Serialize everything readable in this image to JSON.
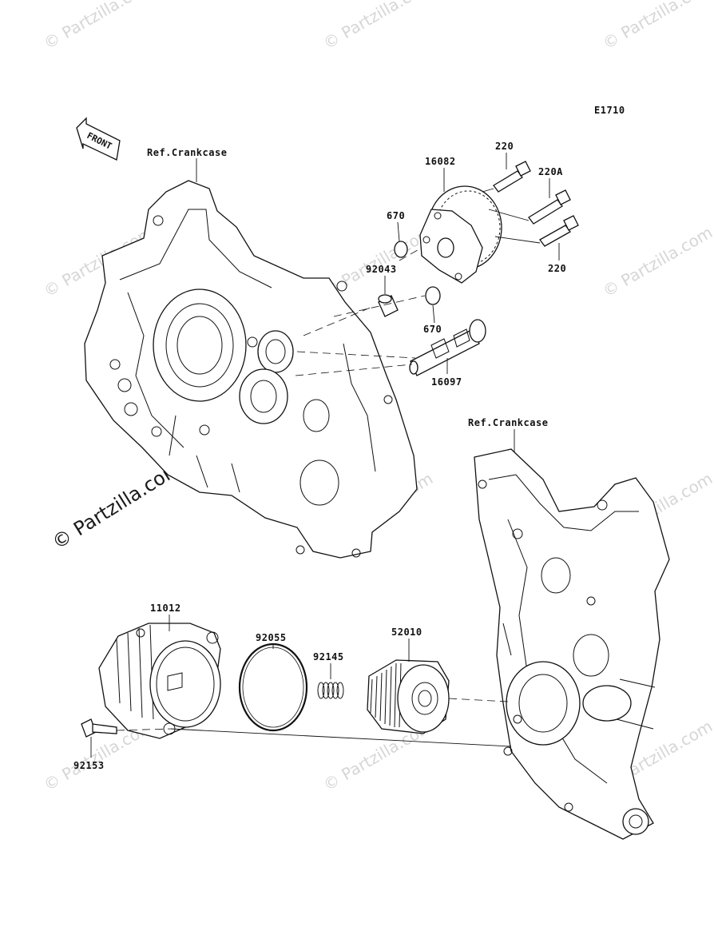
{
  "diagram_code": "E1710",
  "front_label": "FRONT",
  "ref_labels": {
    "upper": "Ref.Crankcase",
    "lower": "Ref.Crankcase"
  },
  "parts": {
    "p16082": "16082",
    "p220_top": "220",
    "p220A": "220A",
    "p220_bottom": "220",
    "p670_top": "670",
    "p92043": "92043",
    "p670_bottom": "670",
    "p16097": "16097",
    "p11012": "11012",
    "p92055": "92055",
    "p92145": "92145",
    "p52010": "52010",
    "p92153": "92153"
  },
  "watermarks": {
    "small": "© Partzilla.com",
    "big": "© Partzilla.com"
  }
}
